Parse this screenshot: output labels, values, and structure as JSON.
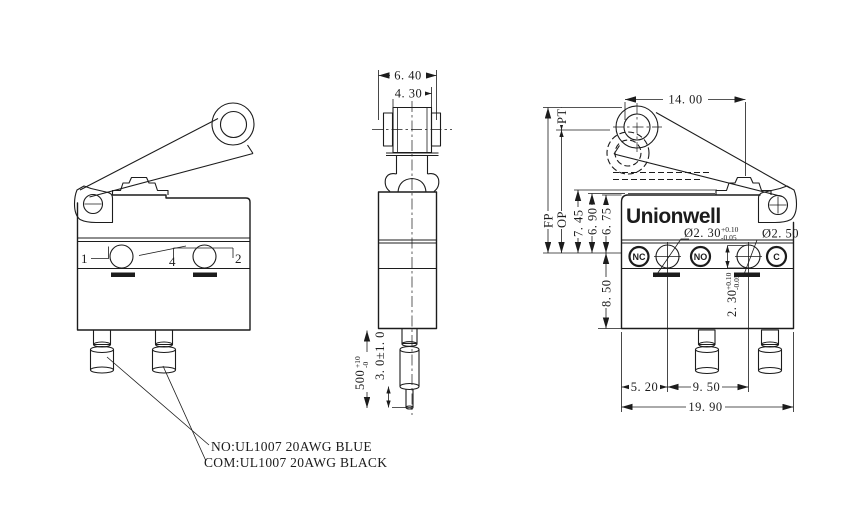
{
  "front_view": {
    "label_terminal_1": "1",
    "label_terminal_4": "4",
    "label_terminal_2": "2",
    "wire_no_spec": "NO:UL1007 20AWG BLUE",
    "wire_com_spec": "COM:UL1007 20AWG BLACK"
  },
  "side_view": {
    "dim_width_body": "6. 40",
    "dim_width_roller": "4. 30",
    "dim_wire_length": "500",
    "wire_length_tol_upper": "+10",
    "wire_length_tol_lower": "-0",
    "dim_wire_strip": "3. 0±1. 0"
  },
  "dimension_view": {
    "brand": "Unionwell",
    "dim_roller_to_plunger": "14. 00",
    "label_pt": "PT",
    "label_fp": "FP",
    "label_op": "OP",
    "dim_7_45": "7. 45",
    "dim_6_90": "6. 90",
    "dim_6_75": "6. 75",
    "dim_8_50": "8. 50",
    "dim_hole_small": "Ø2. 30",
    "hole_small_tol_upper": "+0.10",
    "hole_small_tol_lower": "-0.05",
    "dim_hole_large": "Ø2. 50",
    "dim_slot": "2. 30",
    "slot_tol_upper": "+0.10",
    "slot_tol_lower": "-0.05",
    "dim_pitch_left": "5. 20",
    "dim_pitch_holes": "9. 50",
    "dim_width_total": "19. 90",
    "terminal_nc": "NC",
    "terminal_no": "NO",
    "terminal_c": "C"
  },
  "colors": {
    "line": "#1c1c1c",
    "background": "#ffffff"
  }
}
